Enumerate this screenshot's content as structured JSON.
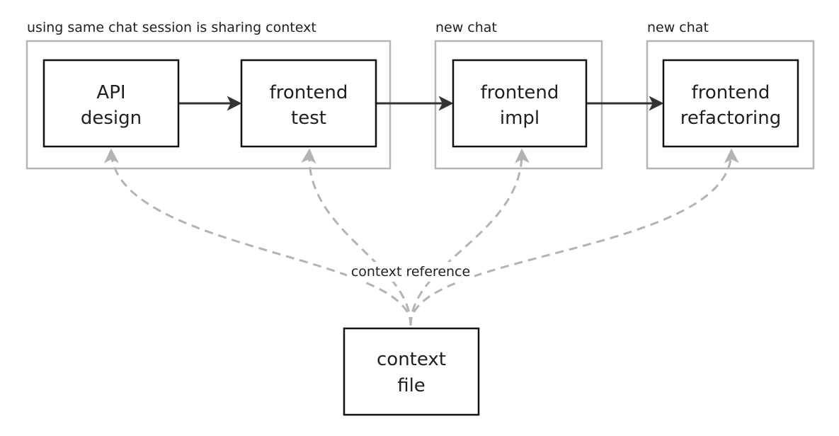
{
  "groups": [
    {
      "id": "shared",
      "label": "using same chat session is sharing context"
    },
    {
      "id": "chat2",
      "label": "new chat"
    },
    {
      "id": "chat3",
      "label": "new chat"
    }
  ],
  "nodes": {
    "api_design": {
      "line1": "API",
      "line2": "design"
    },
    "frontend_test": {
      "line1": "frontend",
      "line2": "test"
    },
    "frontend_impl": {
      "line1": "frontend",
      "line2": "impl"
    },
    "frontend_refactoring": {
      "line1": "frontend",
      "line2": "refactoring"
    },
    "context_file": {
      "line1": "context",
      "line2": "file"
    }
  },
  "edges": {
    "reference_label": "context reference"
  },
  "colors": {
    "flow_edge": "#333333",
    "reference_edge": "#b3b3b3",
    "group_border": "#b5b5b5",
    "node_border": "#111111"
  }
}
